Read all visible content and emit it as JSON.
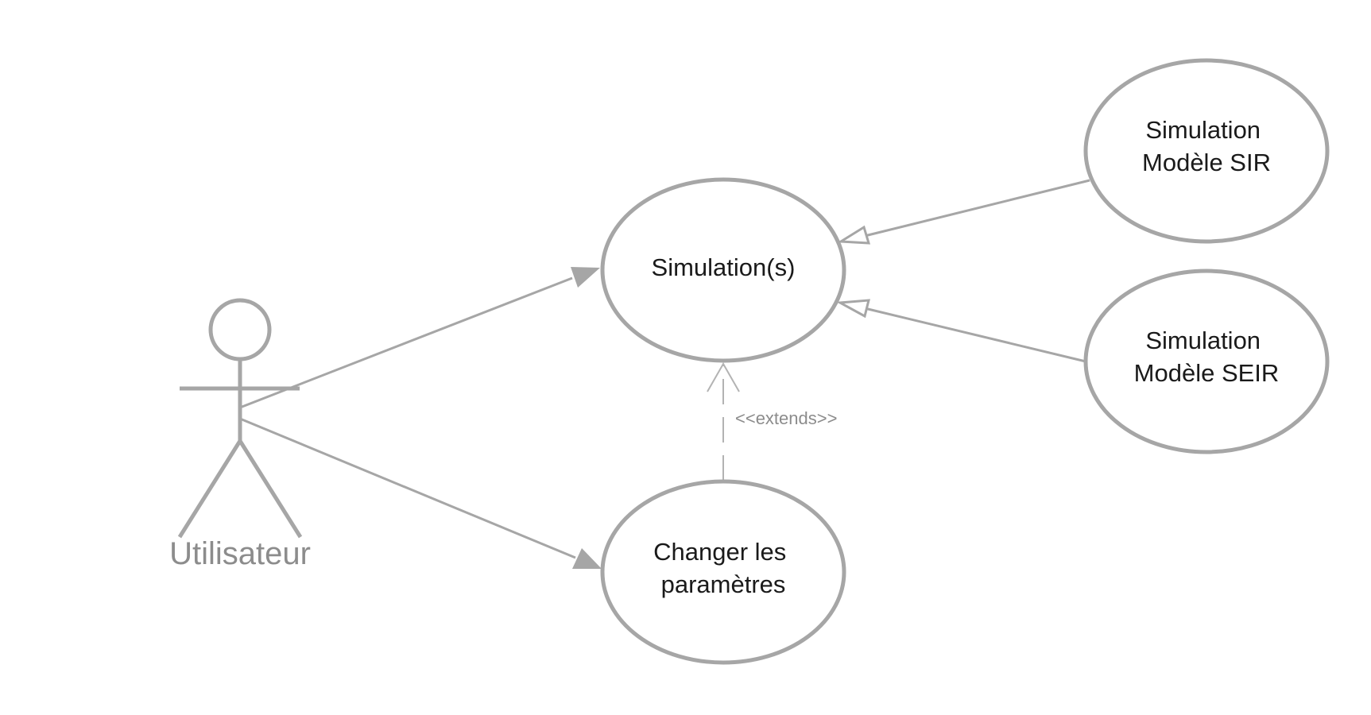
{
  "diagram": {
    "actor": {
      "label": "Utilisateur"
    },
    "use_cases": {
      "simulations": {
        "lines": [
          "Simulation(s)"
        ]
      },
      "changer_parametres": {
        "lines": [
          "Changer les",
          "paramètres"
        ]
      },
      "simulation_sir": {
        "lines": [
          "Simulation",
          "Modèle SIR"
        ]
      },
      "simulation_seir": {
        "lines": [
          "Simulation",
          "Modèle SEIR"
        ]
      }
    },
    "relations": {
      "extends_label": "<<extends>>"
    },
    "colors": {
      "stroke": "#a6a6a6",
      "dashed_stroke": "#b3b3b3",
      "use_case_text": "#1a1a1a",
      "actor_text": "#8c8c8c"
    }
  }
}
